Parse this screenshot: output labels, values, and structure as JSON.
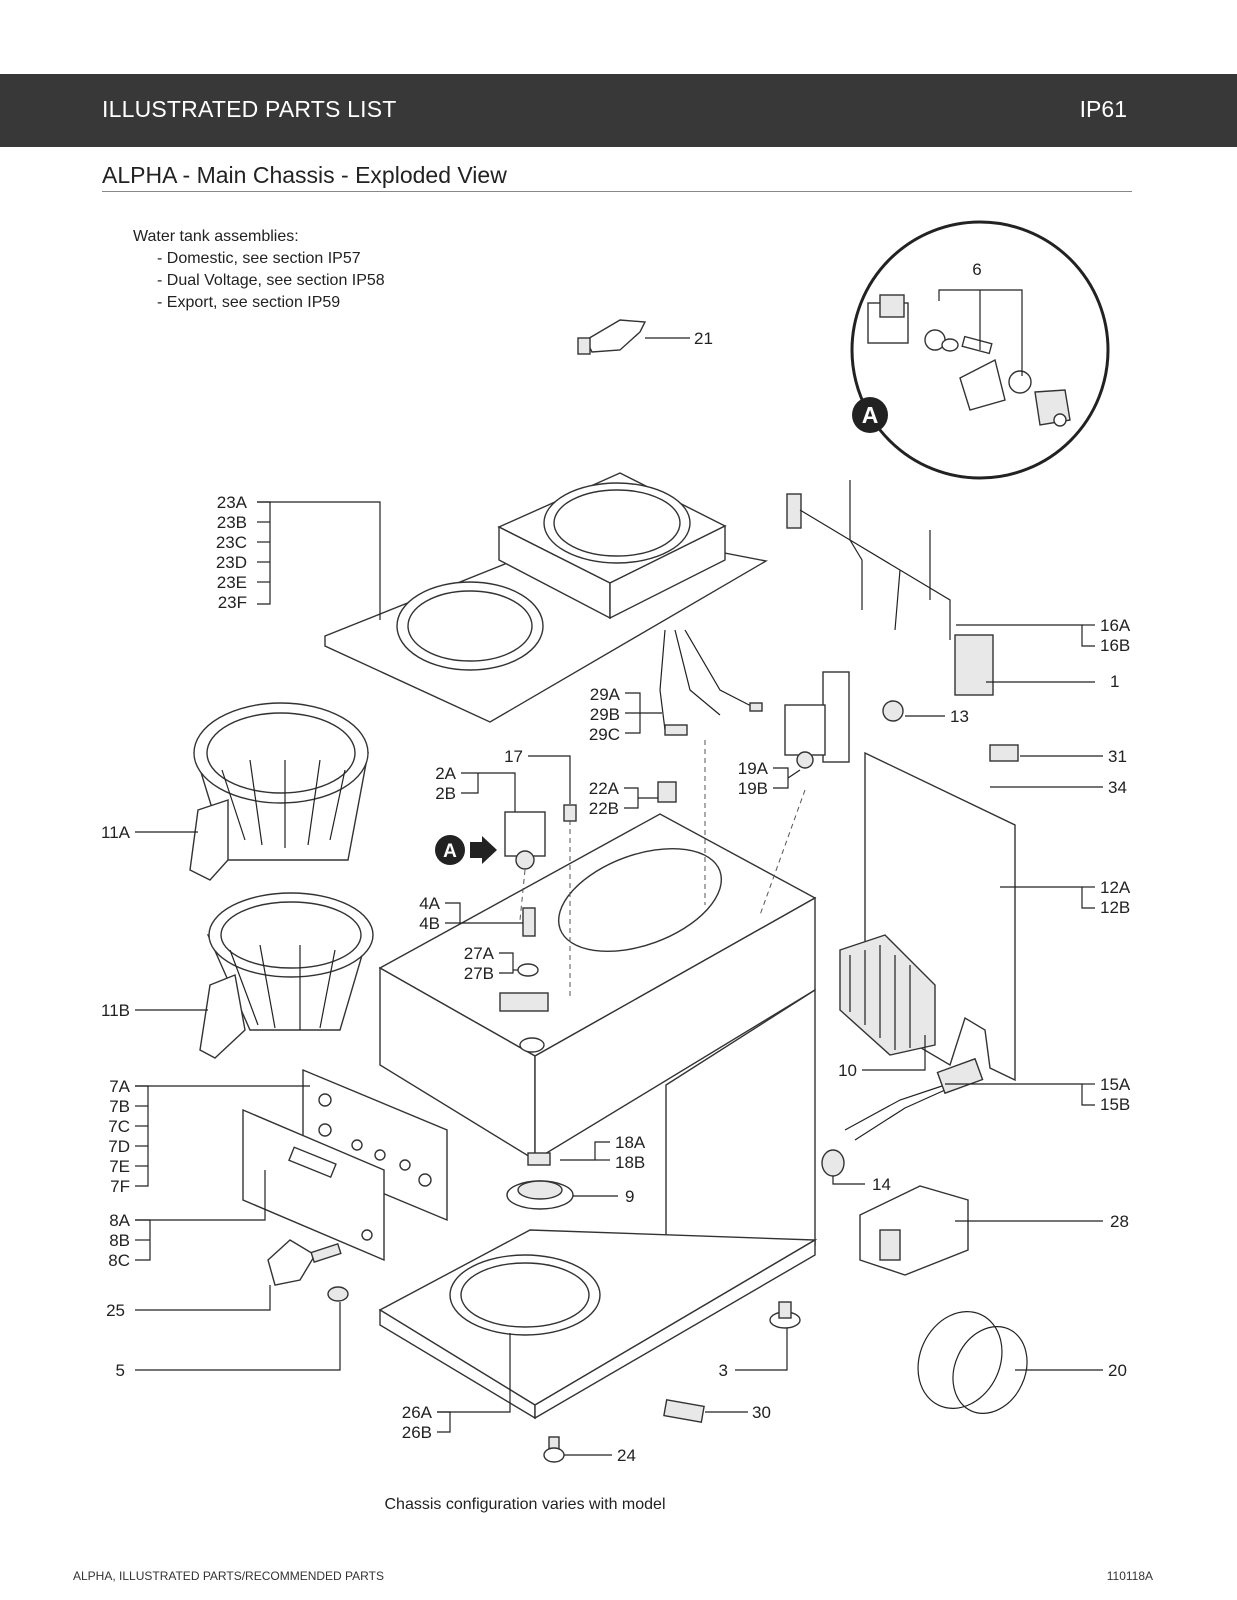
{
  "header": {
    "title": "ILLUSTRATED PARTS LIST",
    "code": "IP61"
  },
  "section_title": "ALPHA - Main Chassis - Exploded View",
  "notes": {
    "heading": "Water tank assemblies:",
    "items": [
      "- Domestic, see section IP57",
      "- Dual Voltage, see section IP58",
      "- Export, see section IP59"
    ]
  },
  "detail_badge": "A",
  "labels": {
    "c6": "6",
    "c21": "21",
    "c23A": "23A",
    "c23B": "23B",
    "c23C": "23C",
    "c23D": "23D",
    "c23E": "23E",
    "c23F": "23F",
    "c16A": "16A",
    "c16B": "16B",
    "c1": "1",
    "c13": "13",
    "c29A": "29A",
    "c29B": "29B",
    "c29C": "29C",
    "c17": "17",
    "c2A": "2A",
    "c2B": "2B",
    "c22A": "22A",
    "c22B": "22B",
    "c19A": "19A",
    "c19B": "19B",
    "c31": "31",
    "c34": "34",
    "c11A": "11A",
    "c11B": "11B",
    "c4A": "4A",
    "c4B": "4B",
    "c27A": "27A",
    "c27B": "27B",
    "c12A": "12A",
    "c12B": "12B",
    "c10": "10",
    "c15A": "15A",
    "c15B": "15B",
    "c7A": "7A",
    "c7B": "7B",
    "c7C": "7C",
    "c7D": "7D",
    "c7E": "7E",
    "c7F": "7F",
    "c18A": "18A",
    "c18B": "18B",
    "c9": "9",
    "c14": "14",
    "c28": "28",
    "c8A": "8A",
    "c8B": "8B",
    "c8C": "8C",
    "c25": "25",
    "c5": "5",
    "c3": "3",
    "c20": "20",
    "c26A": "26A",
    "c26B": "26B",
    "c30": "30",
    "c24": "24"
  },
  "caption": "Chassis configuration varies with model",
  "footer": {
    "left": "ALPHA, ILLUSTRATED PARTS/RECOMMENDED PARTS",
    "right": "110118A"
  }
}
